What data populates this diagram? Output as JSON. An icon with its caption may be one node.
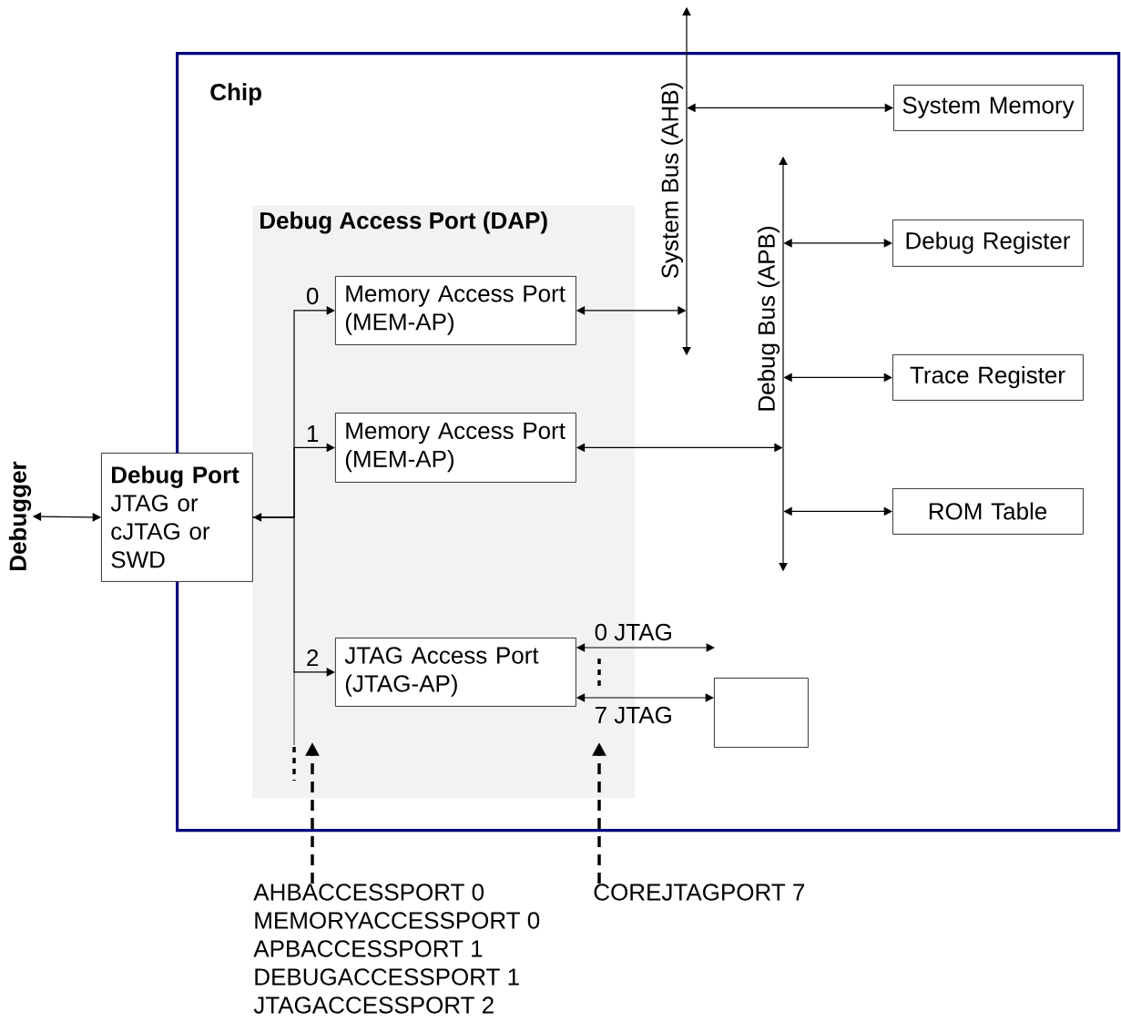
{
  "diagram": {
    "nodes": [
      {
        "text": [
          "Chip"
        ]
      },
      {
        "text": [
          "Debug Access Port (DAP)"
        ],
        "in": 0
      },
      {
        "text": [
          "Debugger"
        ]
      },
      {
        "text": [
          "Debug Port",
          "JTAG or cJTAG or SWD"
        ]
      },
      {
        "text": [
          "Memory Access Port (MEM-AP)"
        ],
        "in": 1
      },
      {
        "text": [
          "Memory Access Port (MEM-AP)"
        ],
        "in": 1
      },
      {
        "text": [
          "JTAG Access Port (JTAG-AP)"
        ],
        "in": 1
      },
      {
        "text": [
          "System Bus (AHB)"
        ]
      },
      {
        "text": [
          "Debug Bus (APB)"
        ],
        "in": 0
      },
      {
        "text": [
          "System Memory"
        ],
        "in": 0
      },
      {
        "text": [
          "Debug Register"
        ],
        "in": 0
      },
      {
        "text": [
          "Trace Register"
        ],
        "in": 0
      },
      {
        "text": [
          "ROM Table"
        ],
        "in": 0
      },
      {
        "text": [],
        "shape": "box",
        "in": 0
      },
      {
        "text": [
          "AHBACCESSPORT 0",
          "MEMORYACCESSPORT 0",
          "APBACCESSPORT 1",
          "DEBUGACCESSPORT 1",
          "JTAGACCESSPORT 2"
        ]
      },
      {
        "text": [
          "COREJTAGPORT 7"
        ]
      }
    ],
    "edges": [
      {
        "from": 2,
        "to": 3,
        "arrow": "both"
      },
      {
        "from": 3,
        "to": 4,
        "arrow": "both",
        "label": "0"
      },
      {
        "from": 3,
        "to": 5,
        "arrow": "to",
        "label": "1"
      },
      {
        "from": 3,
        "to": 6,
        "arrow": "to",
        "label": "2"
      },
      {
        "from": 4,
        "to": 7,
        "arrow": "both"
      },
      {
        "from": 5,
        "to": 8,
        "arrow": "both"
      },
      {
        "from": 7,
        "to": 9,
        "arrow": "both"
      },
      {
        "from": 8,
        "to": 10,
        "arrow": "both"
      },
      {
        "from": 8,
        "to": 11,
        "arrow": "both"
      },
      {
        "from": 8,
        "to": 12,
        "arrow": "both"
      },
      {
        "from": 6,
        "to": null,
        "arrow": "both",
        "label": "0 JTAG"
      },
      {
        "from": 6,
        "to": 13,
        "arrow": "both",
        "label": "7 JTAG"
      },
      {
        "from": 14,
        "to": null,
        "arrow": "to",
        "style": "dashed"
      },
      {
        "from": 15,
        "to": null,
        "arrow": "to",
        "style": "dashed"
      }
    ]
  }
}
